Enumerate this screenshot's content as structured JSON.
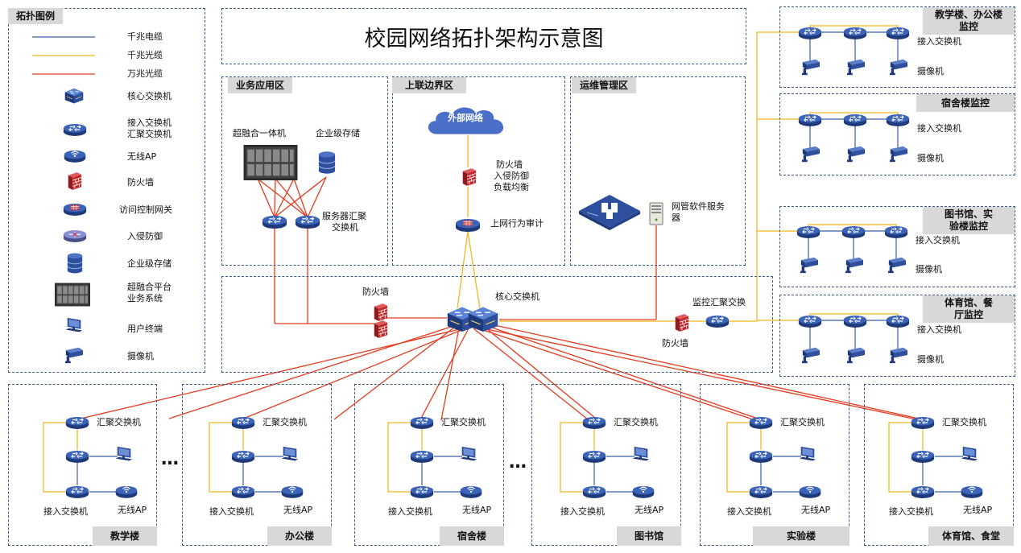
{
  "title": "校园网络拓扑架构示意图",
  "legend": {
    "heading": "拓扑图例",
    "gigabit_cable": "千兆电缆",
    "gigabit_fiber": "千兆光缆",
    "tengig_fiber": "万兆光缆",
    "core_switch": "核心交换机",
    "access_switch_1": "接入交换机",
    "access_switch_2": "汇聚交换机",
    "wireless_ap": "无线AP",
    "firewall": "防火墙",
    "access_gateway": "访问控制网关",
    "ips": "入侵防御",
    "storage": "企业级存储",
    "hci_1": "超融合平台",
    "hci_2": "业务系统",
    "terminal": "用户终端",
    "camera": "摄像机"
  },
  "zones": {
    "business": {
      "heading": "业务应用区",
      "hci": "超融合一体机",
      "storage": "企业级存储",
      "agg_1": "服务器汇聚",
      "agg_2": "交换机"
    },
    "border": {
      "heading": "上联边界区",
      "internet": "外部网络",
      "fw_1": "防火墙",
      "fw_2": "入侵防御",
      "fw_3": "负载均衡",
      "audit": "上网行为审计"
    },
    "ops": {
      "heading": "运维管理区",
      "server_1": "网管软件服务",
      "server_2": "器"
    }
  },
  "core": {
    "core_switch": "核心交换机",
    "firewall_left": "防火墙",
    "firewall_right": "防火墙",
    "monitor_agg": "监控汇聚交换"
  },
  "monitoring": [
    {
      "tag_1": "教学楼、办公楼",
      "tag_2": "监控",
      "switch": "接入交换机",
      "camera": "摄像机"
    },
    {
      "tag_1": "宿舍楼监控",
      "tag_2": "",
      "switch": "接入交换机",
      "camera": "摄像机"
    },
    {
      "tag_1": "图书馆、实",
      "tag_2": "验楼监控",
      "switch": "接入交换机",
      "camera": "摄像机"
    },
    {
      "tag_1": "体育馆、餐",
      "tag_2": "厅监控",
      "switch": "接入交换机",
      "camera": "摄像机"
    }
  ],
  "buildings": [
    {
      "tag": "教学楼",
      "agg": "汇聚交换机",
      "access": "接入交换机",
      "ap": "无线AP"
    },
    {
      "tag": "办公楼",
      "agg": "汇聚交换机",
      "access": "接入交换机",
      "ap": "无线AP"
    },
    {
      "tag": "宿舍楼",
      "agg": "汇聚交换机",
      "access": "接入交换机",
      "ap": "无线AP"
    },
    {
      "tag": "图书馆",
      "agg": "汇聚交换机",
      "access": "接入交换机",
      "ap": "无线AP"
    },
    {
      "tag": "实验楼",
      "agg": "汇聚交换机",
      "access": "接入交换机",
      "ap": "无线AP"
    },
    {
      "tag": "体育馆、食堂",
      "agg": "汇聚交换机",
      "access": "接入交换机",
      "ap": "无线AP"
    }
  ],
  "ellipsis": "…",
  "colors": {
    "gigabit_cable": "#3a5fa8",
    "gigabit_fiber": "#f2b81d",
    "tengig_fiber": "#e43a1e",
    "switch_blue": "#2d4f9e",
    "firewall_red": "#c4282b",
    "cloud_blue": "#4a6fc9"
  }
}
